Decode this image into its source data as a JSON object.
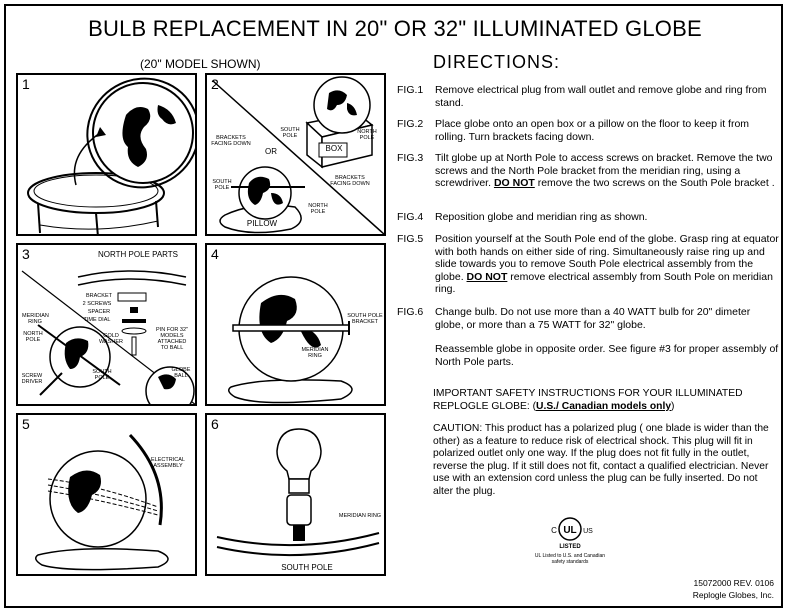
{
  "title": "BULB REPLACEMENT IN 20\" OR 32\" ILLUMINATED GLOBE",
  "subtitle": "(20\" MODEL SHOWN)",
  "directions_heading": "DIRECTIONS:",
  "panels": {
    "p1": {
      "num": "1"
    },
    "p2": {
      "num": "2",
      "brackets_facing_down_1": "BRACKETS FACING DOWN",
      "or": "OR",
      "south_pole_1": "SOUTH POLE",
      "box": "BOX",
      "north_pole_1": "NORTH POLE",
      "brackets_facing_down_2": "BRACKETS FACING DOWN",
      "south_pole_2": "SOUTH POLE",
      "north_pole_2": "NORTH POLE",
      "pillow": "PILLOW"
    },
    "p3": {
      "num": "3",
      "north_pole_parts": "NORTH POLE PARTS",
      "bracket": "BRACKET",
      "two_screws": "2 SCREWS",
      "spacer": "SPACER",
      "time_dial": "TIME DIAL",
      "gold_washer": "GOLD WASHER",
      "pin": "PIN FOR 32\" MODELS ATTACHED TO BALL",
      "meridian_ring": "MERIDIAN RING",
      "north_pole": "NORTH POLE",
      "screw_driver": "SCREW DRIVER",
      "south_pole": "SOUTH POLE",
      "globe_ball": "GLOBE BALL"
    },
    "p4": {
      "num": "4",
      "south_pole_bracket": "SOUTH POLE BRACKET",
      "meridian_ring": "MERIDIAN RING"
    },
    "p5": {
      "num": "5",
      "electrical_assembly": "ELECTRICAL ASSEMBLY"
    },
    "p6": {
      "num": "6",
      "meridian_ring": "MERIDIAN RING",
      "south_pole": "SOUTH POLE"
    }
  },
  "steps": [
    {
      "fig": "FIG.1",
      "text": "Remove electrical plug from wall outlet and remove globe and ring from stand."
    },
    {
      "fig": "FIG.2",
      "text": "Place globe onto an open box or a pillow on the floor to keep it from rolling. Turn brackets facing down."
    },
    {
      "fig": "FIG.3",
      "text_before": "Tilt globe up at North Pole to access screws on bracket. Remove the two screws and the North Pole bracket from the meridian ring, using a screwdriver. ",
      "emphasis": "DO NOT",
      "text_after": " remove the two screws on the South Pole bracket ."
    },
    {
      "fig": "FIG.4",
      "text": "Reposition globe and meridian ring as shown."
    },
    {
      "fig": "FIG.5",
      "text_before": "Position yourself at the South Pole end of the globe. Grasp ring at equator with both hands on either side of ring. Simultaneously raise ring up and slide towards you to remove South Pole electrical assembly from the globe. ",
      "emphasis": "DO NOT",
      "text_after": " remove electrical assembly from South Pole on meridian ring."
    },
    {
      "fig": "FIG.6",
      "text": "Change bulb. Do not use more than a 40 WATT bulb for 20\" dimeter globe, or more than a 75 WATT for 32\" globe."
    }
  ],
  "reassemble": "Reassemble globe in opposite order. See figure #3 for proper assembly of North Pole parts.",
  "safety": {
    "heading": "IMPORTANT SAFETY INSTRUCTIONS FOR YOUR ILLUMINATED REPLOGLE GLOBE: (",
    "heading_emphasis": "U.S./ Canadian models only",
    "heading_close": ")",
    "caution": "CAUTION: This product has a polarized plug ( one blade is wider than the other) as a feature to reduce risk of electrical shock. This plug will fit in polarized outlet only one way. If the plug does not fit fully in the outlet, reverse the plug. If it still does not fit, contact a qualified electrician. Never use with an extension cord unless the plug can be fully inserted. Do not alter the plug."
  },
  "ul": {
    "mark": "UL",
    "c": "C",
    "us": "US",
    "listed": "LISTED",
    "note": "UL Listed to U.S. and Canadian safety standards"
  },
  "footer": {
    "code": "15072000  REV. 0106",
    "company": "Replogle Globes, Inc."
  }
}
